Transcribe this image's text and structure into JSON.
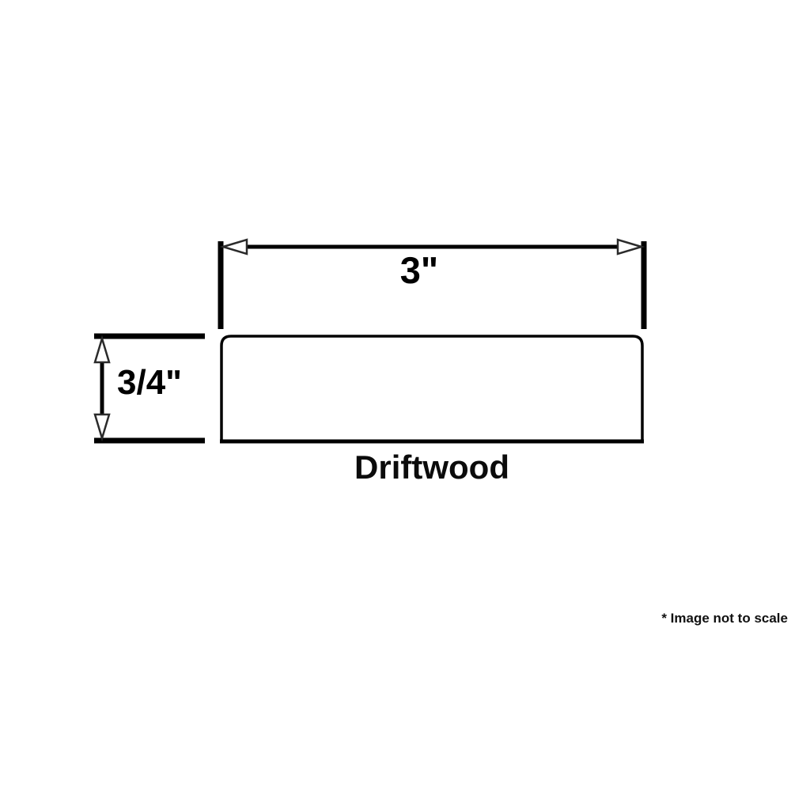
{
  "diagram": {
    "type": "product-dimension-drawing",
    "background_color": "#ffffff",
    "line_color": "#000000",
    "product": {
      "name": "Driftwood",
      "shape": "rounded-rectangle-profile",
      "fill_color": "#ffffff",
      "stroke_color": "#000000"
    },
    "dimensions": {
      "width": {
        "label": "3\"",
        "value": 3,
        "unit": "inch",
        "orientation": "horizontal",
        "arrowheads": "open-triangle-both-ends"
      },
      "height": {
        "label": "3/4\"",
        "value": 0.75,
        "unit": "inch",
        "orientation": "vertical",
        "arrowheads": "open-triangle-both-ends"
      }
    },
    "footnote": "* Image not to scale"
  }
}
